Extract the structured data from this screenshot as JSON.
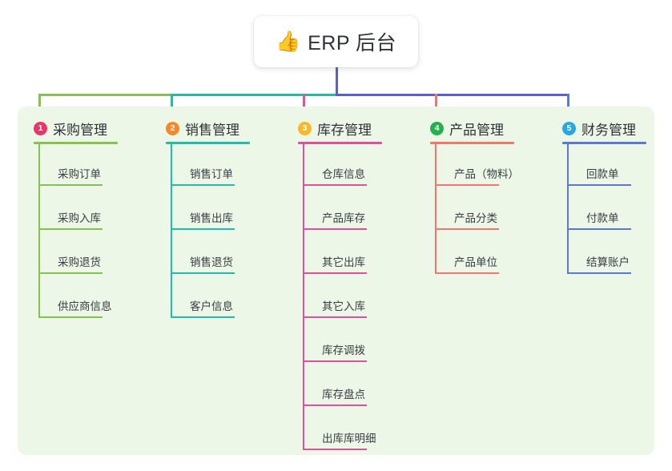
{
  "diagram": {
    "type": "mind-map",
    "background": "#ffffff",
    "panel_color": "#edf7e7",
    "root": {
      "emoji": "👍",
      "emoji_name": "thumbs-up-emoji",
      "title": "ERP 后台",
      "stem_color": "#5b5fd6"
    },
    "columns": [
      {
        "index": "1",
        "title": "采购管理",
        "badge_color": "#e8366a",
        "line_color": "#84c44d",
        "items": [
          {
            "label": "采购订单"
          },
          {
            "label": "采购入库"
          },
          {
            "label": "采购退货"
          },
          {
            "label": "供应商信息"
          }
        ]
      },
      {
        "index": "2",
        "title": "销售管理",
        "badge_color": "#f5892a",
        "line_color": "#20bdad",
        "items": [
          {
            "label": "销售订单"
          },
          {
            "label": "销售出库"
          },
          {
            "label": "销售退货"
          },
          {
            "label": "客户信息"
          }
        ]
      },
      {
        "index": "3",
        "title": "库存管理",
        "badge_color": "#f7b928",
        "line_color": "#e0509d",
        "items": [
          {
            "label": "仓库信息"
          },
          {
            "label": "产品库存"
          },
          {
            "label": "其它出库"
          },
          {
            "label": "其它入库"
          },
          {
            "label": "库存调拨"
          },
          {
            "label": "库存盘点"
          },
          {
            "label": "出库库明细"
          }
        ]
      },
      {
        "index": "4",
        "title": "产品管理",
        "badge_color": "#22b14c",
        "line_color": "#f4766b",
        "items": [
          {
            "label": "产品（物料）"
          },
          {
            "label": "产品分类"
          },
          {
            "label": "产品单位"
          }
        ]
      },
      {
        "index": "5",
        "title": "财务管理",
        "badge_color": "#29a8e0",
        "line_color": "#5b78d8",
        "items": [
          {
            "label": "回款单"
          },
          {
            "label": "付款单"
          },
          {
            "label": "结算账户"
          }
        ]
      }
    ]
  }
}
